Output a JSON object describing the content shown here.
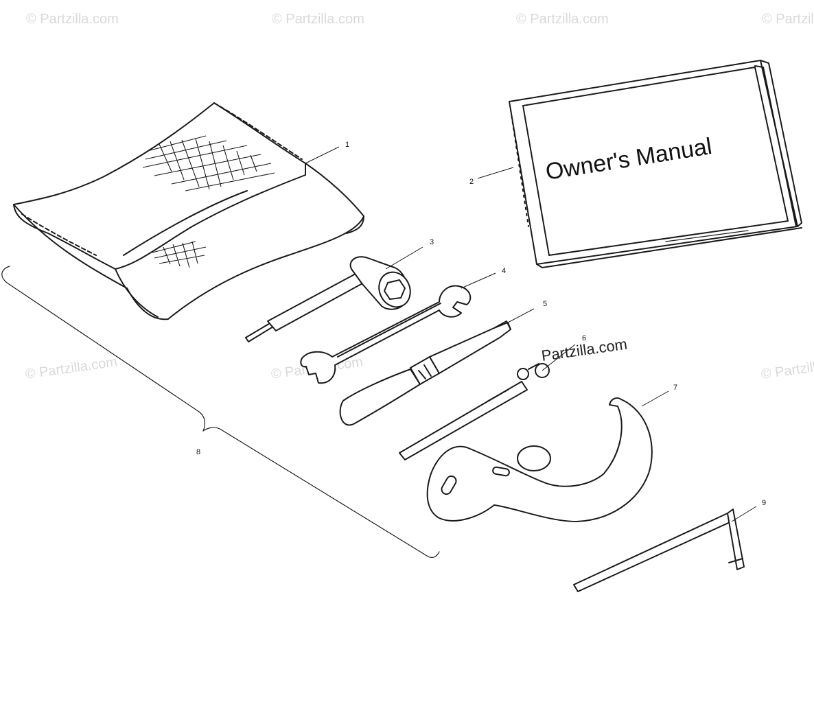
{
  "watermark": {
    "text": "© Partzilla.com",
    "inline_text": "Partzilla.com",
    "color": "#d9d9d9"
  },
  "manual": {
    "cover_title": "Owner's Manual"
  },
  "callouts": [
    {
      "id": "1",
      "label": "1"
    },
    {
      "id": "2",
      "label": "2"
    },
    {
      "id": "3",
      "label": "3"
    },
    {
      "id": "4",
      "label": "4"
    },
    {
      "id": "5",
      "label": "5"
    },
    {
      "id": "6",
      "label": "6"
    },
    {
      "id": "7",
      "label": "7"
    },
    {
      "id": "8",
      "label": "8"
    },
    {
      "id": "9",
      "label": "9"
    }
  ],
  "icons": {
    "pouch": "tool-pouch-icon",
    "manual": "owners-manual-icon",
    "plug_wrench": "spark-plug-wrench-icon",
    "open_wrench": "open-end-wrench-icon",
    "screwdriver": "screwdriver-icon",
    "feeler": "feeler-gauge-pen-icon",
    "spanner": "hook-spanner-icon",
    "hex_key": "hex-key-icon"
  }
}
